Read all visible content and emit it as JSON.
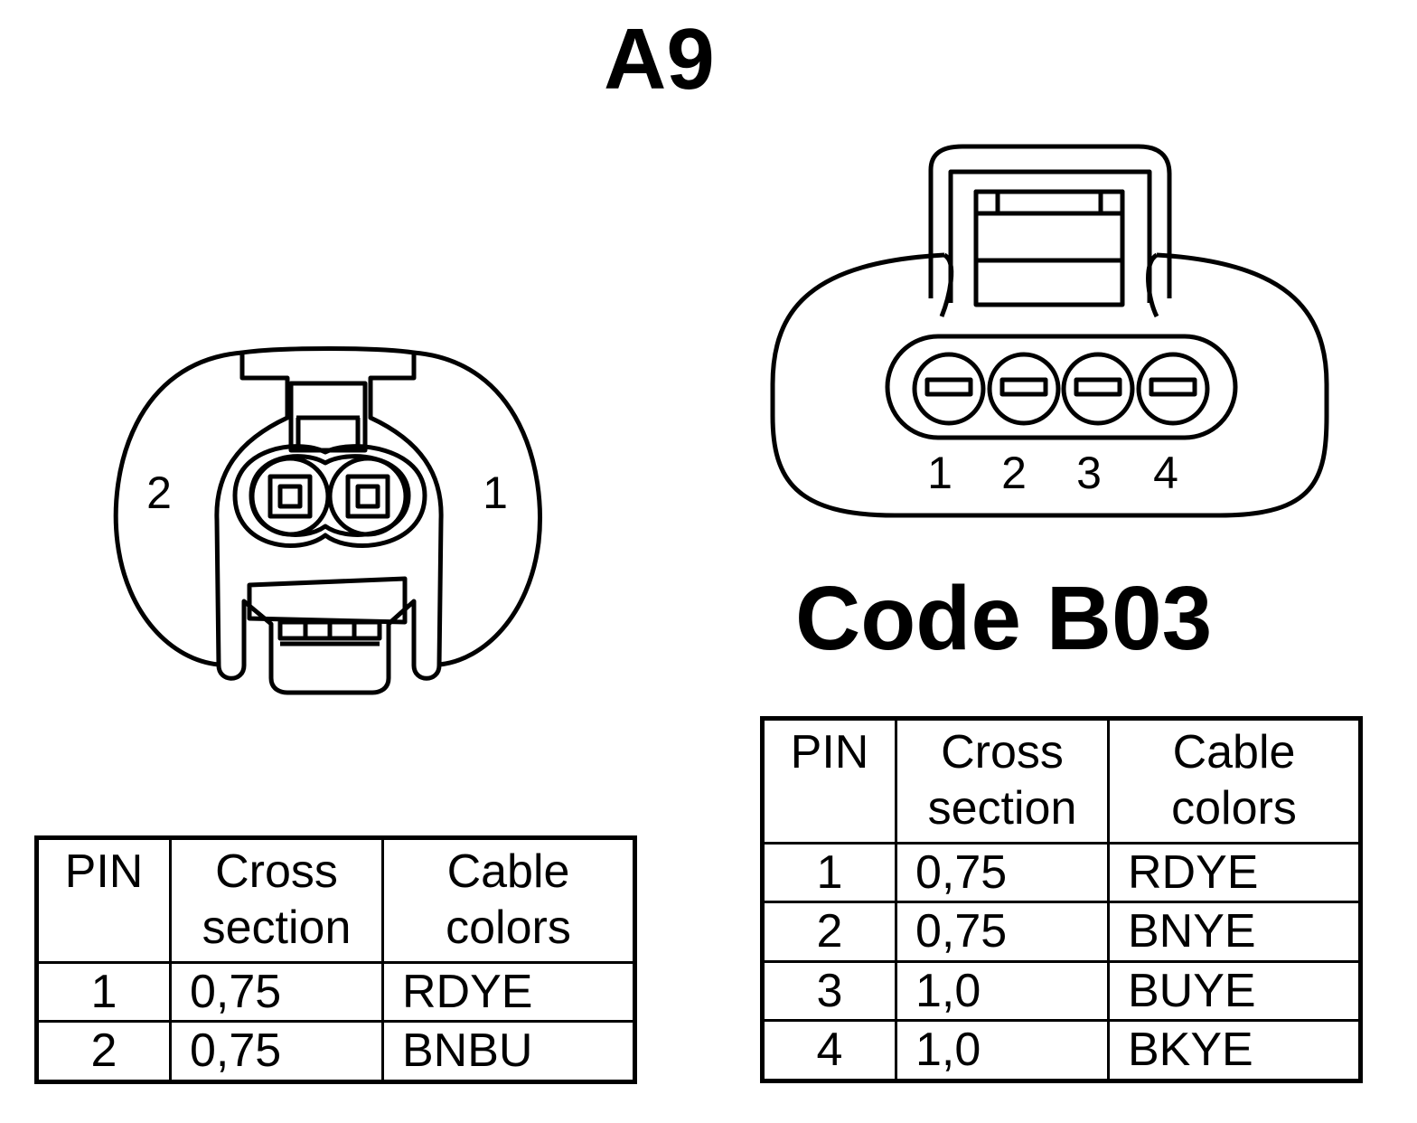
{
  "connector_a9": {
    "title": "A9",
    "pin_labels": [
      "1",
      "2"
    ],
    "table": {
      "headers": [
        "PIN",
        "Cross section",
        "Cable colors"
      ],
      "rows": [
        {
          "pin": "1",
          "cross_section": "0,75",
          "color": "RDYE"
        },
        {
          "pin": "2",
          "cross_section": "0,75",
          "color": "BNBU"
        }
      ]
    }
  },
  "connector_b03": {
    "title": "Code B03",
    "pin_labels": [
      "1",
      "2",
      "3",
      "4"
    ],
    "table": {
      "headers": [
        "PIN",
        "Cross section",
        "Cable colors"
      ],
      "rows": [
        {
          "pin": "1",
          "cross_section": "0,75",
          "color": "RDYE"
        },
        {
          "pin": "2",
          "cross_section": "0,75",
          "color": "BNYE"
        },
        {
          "pin": "3",
          "cross_section": "1,0",
          "color": "BUYE"
        },
        {
          "pin": "4",
          "cross_section": "1,0",
          "color": "BKYE"
        }
      ]
    }
  }
}
